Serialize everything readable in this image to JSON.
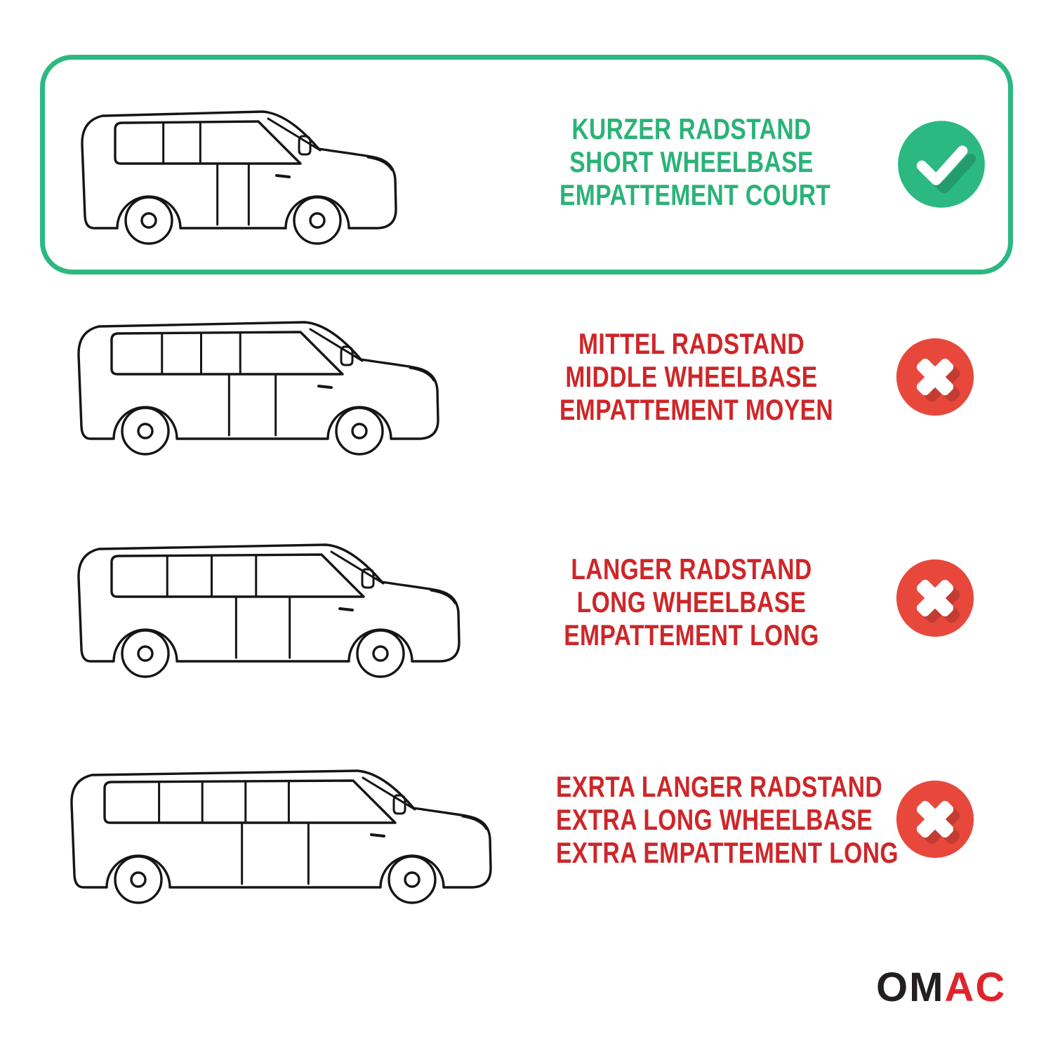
{
  "colors": {
    "green": "#2BB981",
    "green_text": "#2AB377",
    "red_icon": "#E8483B",
    "red_text": "#CE2629",
    "ink": "#151515",
    "logo_black": "#231F20",
    "logo_red": "#E0242B"
  },
  "brand": {
    "prefix": "OM",
    "suffix": "AC"
  },
  "options": [
    {
      "id": "short-wheelbase",
      "status": "included",
      "lines": [
        "KURZER RADSTAND",
        "SHORT WHEELBASE",
        "EMPATTEMENT COURT"
      ]
    },
    {
      "id": "middle-wheelbase",
      "status": "excluded",
      "lines": [
        "MITTEL RADSTAND",
        "MIDDLE WHEELBASE",
        "EMPATTEMENT MOYEN"
      ]
    },
    {
      "id": "long-wheelbase",
      "status": "excluded",
      "lines": [
        "LANGER RADSTAND",
        "LONG WHEELBASE",
        "EMPATTEMENT LONG"
      ]
    },
    {
      "id": "extra-long-wheelbase",
      "status": "excluded",
      "lines": [
        "EXRTA LANGER RADSTAND",
        "EXTRA LONG WHEELBASE",
        "EXTRA EMPATTEMENT LONG"
      ]
    }
  ]
}
